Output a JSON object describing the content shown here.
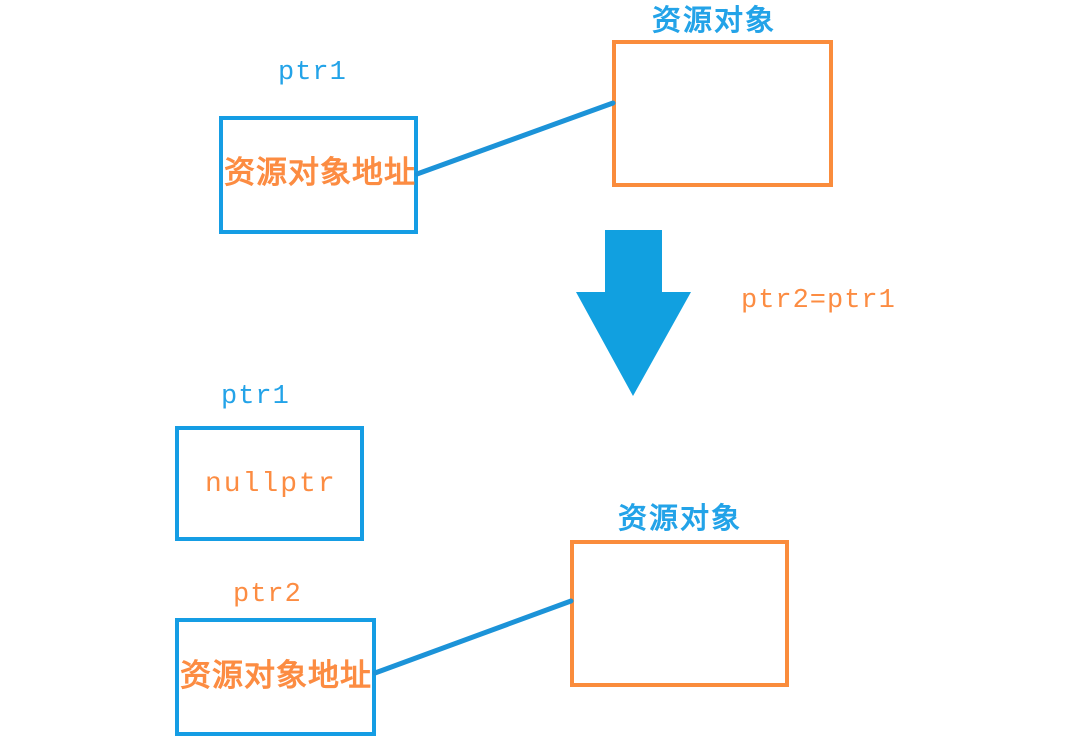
{
  "diagram": {
    "title_concept": "ptr2=ptr1 shared pointer assignment",
    "colors": {
      "blue_border": "#159DE4",
      "blue_text": "#23A3E8",
      "orange_border": "#FA8C3C",
      "orange_text": "#FC8C42",
      "arrow_fill": "#11A0E0",
      "connector_line": "#1C93D8",
      "background": "#FFFFFF"
    },
    "top_section": {
      "pointer_label": "ptr1",
      "pointer_value": "资源对象地址",
      "resource_label": "资源对象",
      "resource_value": ""
    },
    "transition": {
      "operation_label": "ptr2=ptr1",
      "arrow_direction": "down"
    },
    "bottom_section": {
      "pointer1_label": "ptr1",
      "pointer1_value": "nullptr",
      "pointer2_label": "ptr2",
      "pointer2_value": "资源对象地址",
      "resource_label": "资源对象",
      "resource_value": ""
    }
  }
}
